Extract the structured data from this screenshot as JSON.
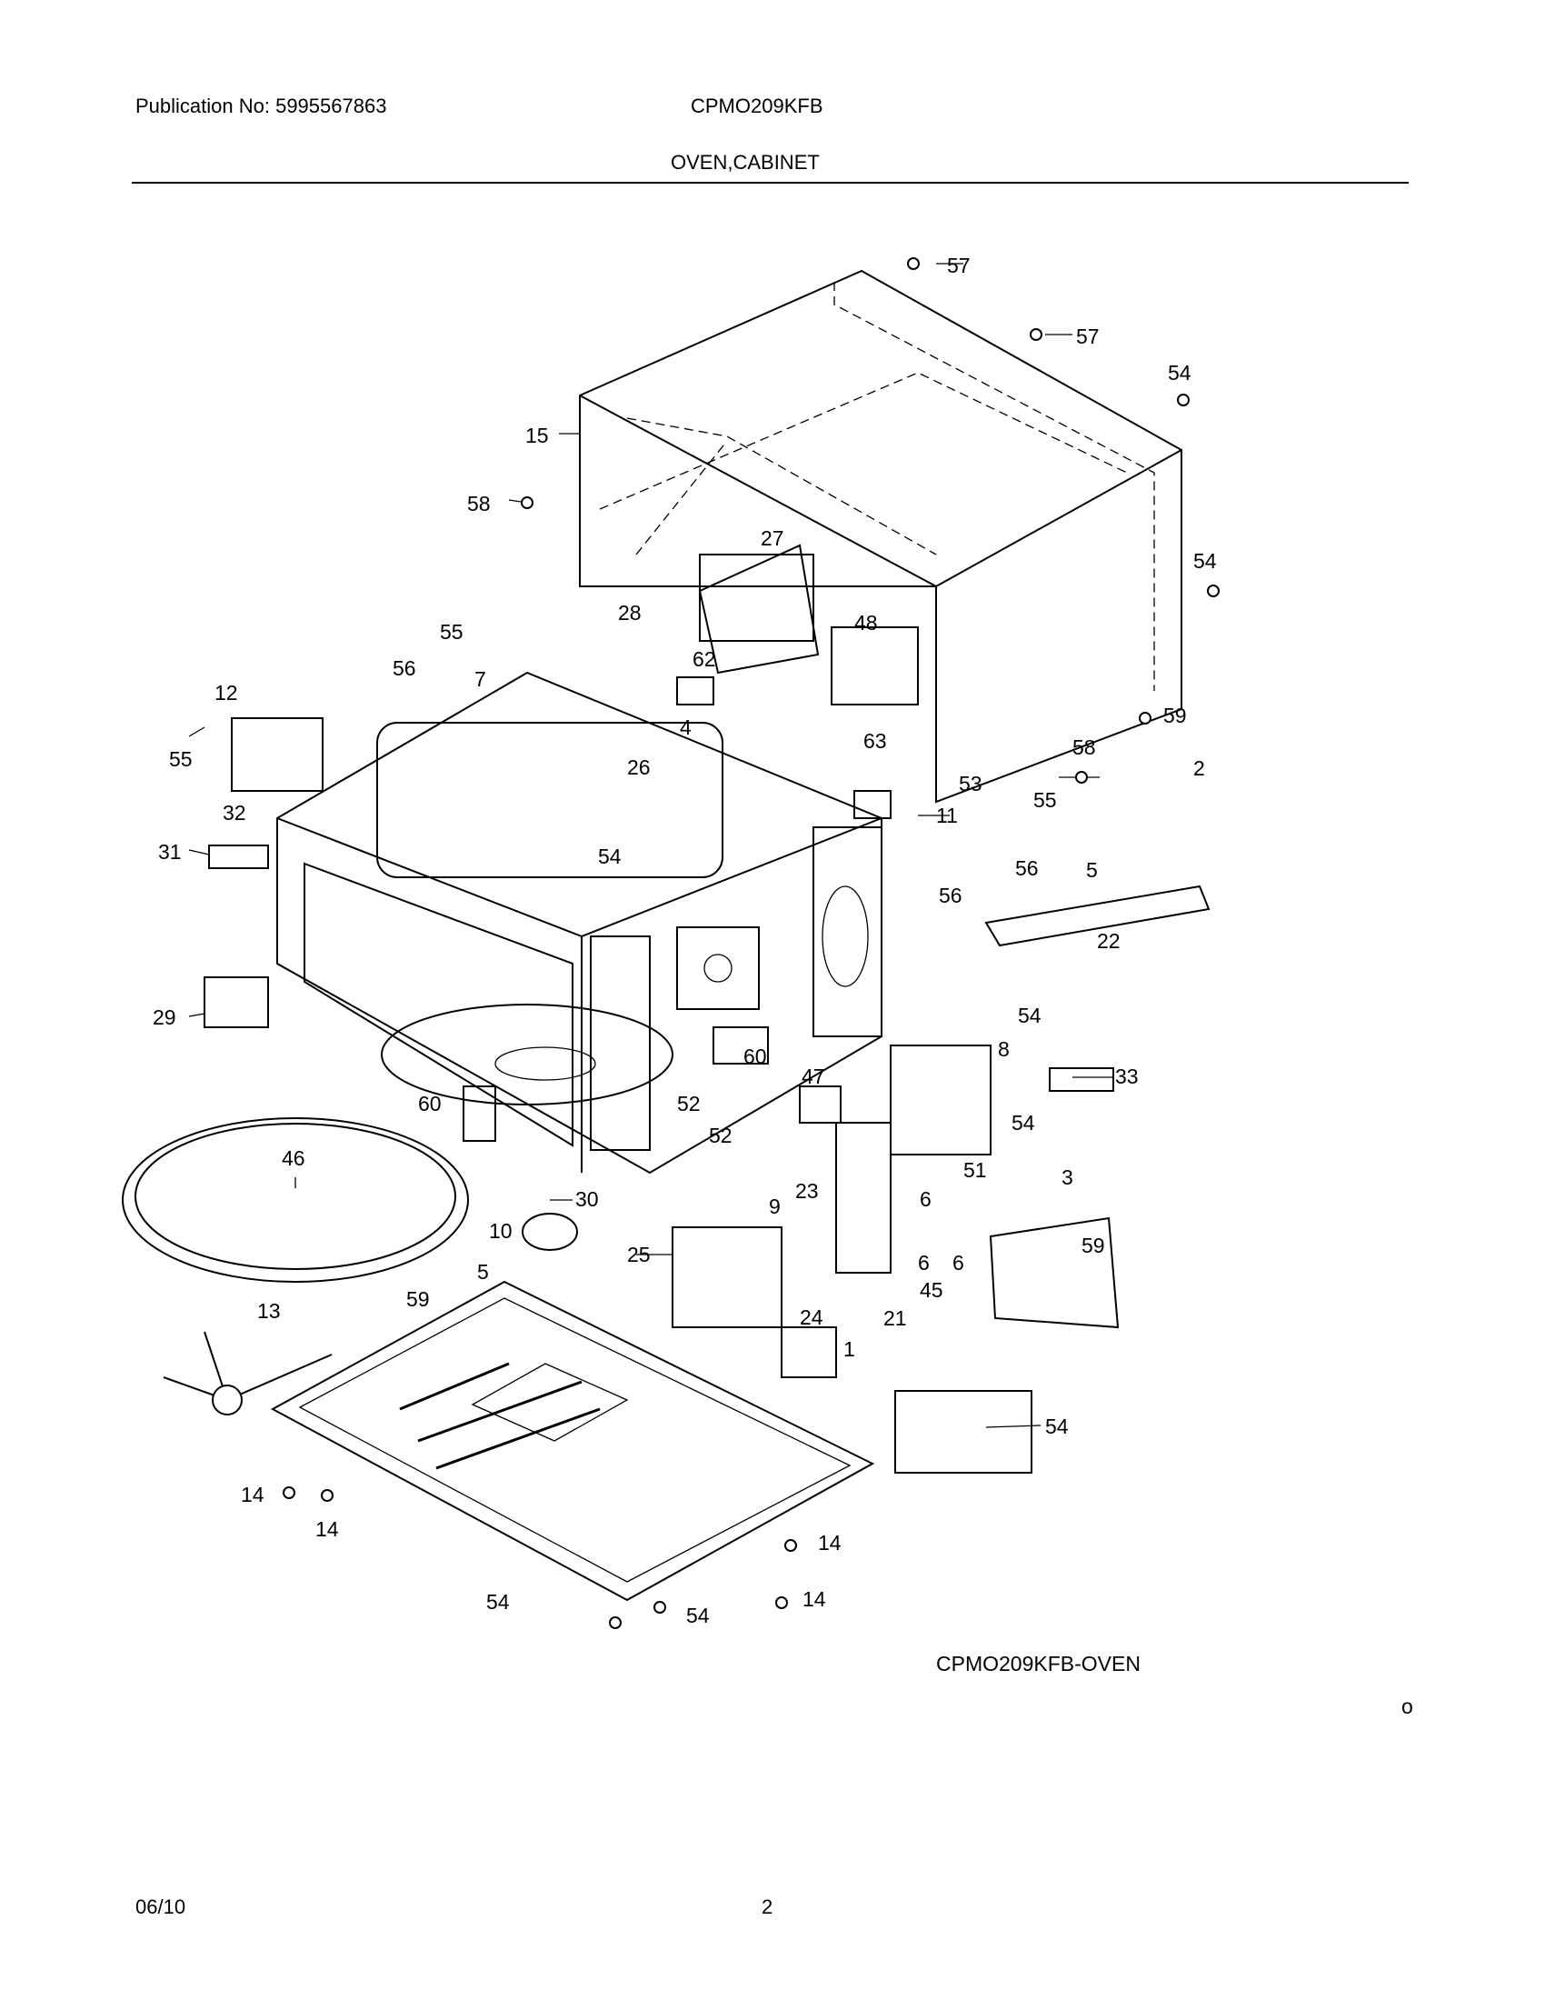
{
  "header": {
    "publication": "Publication No: 5995567863",
    "model": "CPMO209KFB",
    "section": "OVEN,CABINET"
  },
  "diagram": {
    "figure_id": "CPMO209KFB-OVEN",
    "corner_mark": "o",
    "callouts": [
      "57",
      "57",
      "54",
      "15",
      "58",
      "54",
      "27",
      "28",
      "48",
      "62",
      "55",
      "56",
      "7",
      "12",
      "55",
      "32",
      "4",
      "26",
      "63",
      "53",
      "11",
      "59",
      "58",
      "2",
      "55",
      "5",
      "56",
      "31",
      "54",
      "56",
      "22",
      "29",
      "54",
      "60",
      "8",
      "33",
      "47",
      "52",
      "52",
      "60",
      "54",
      "46",
      "30",
      "51",
      "3",
      "23",
      "6",
      "6",
      "9",
      "10",
      "25",
      "59",
      "5",
      "6",
      "45",
      "13",
      "59",
      "24",
      "21",
      "1",
      "54",
      "14",
      "14",
      "14",
      "54",
      "54",
      "14"
    ]
  },
  "footer": {
    "date": "06/10",
    "page": "2"
  }
}
